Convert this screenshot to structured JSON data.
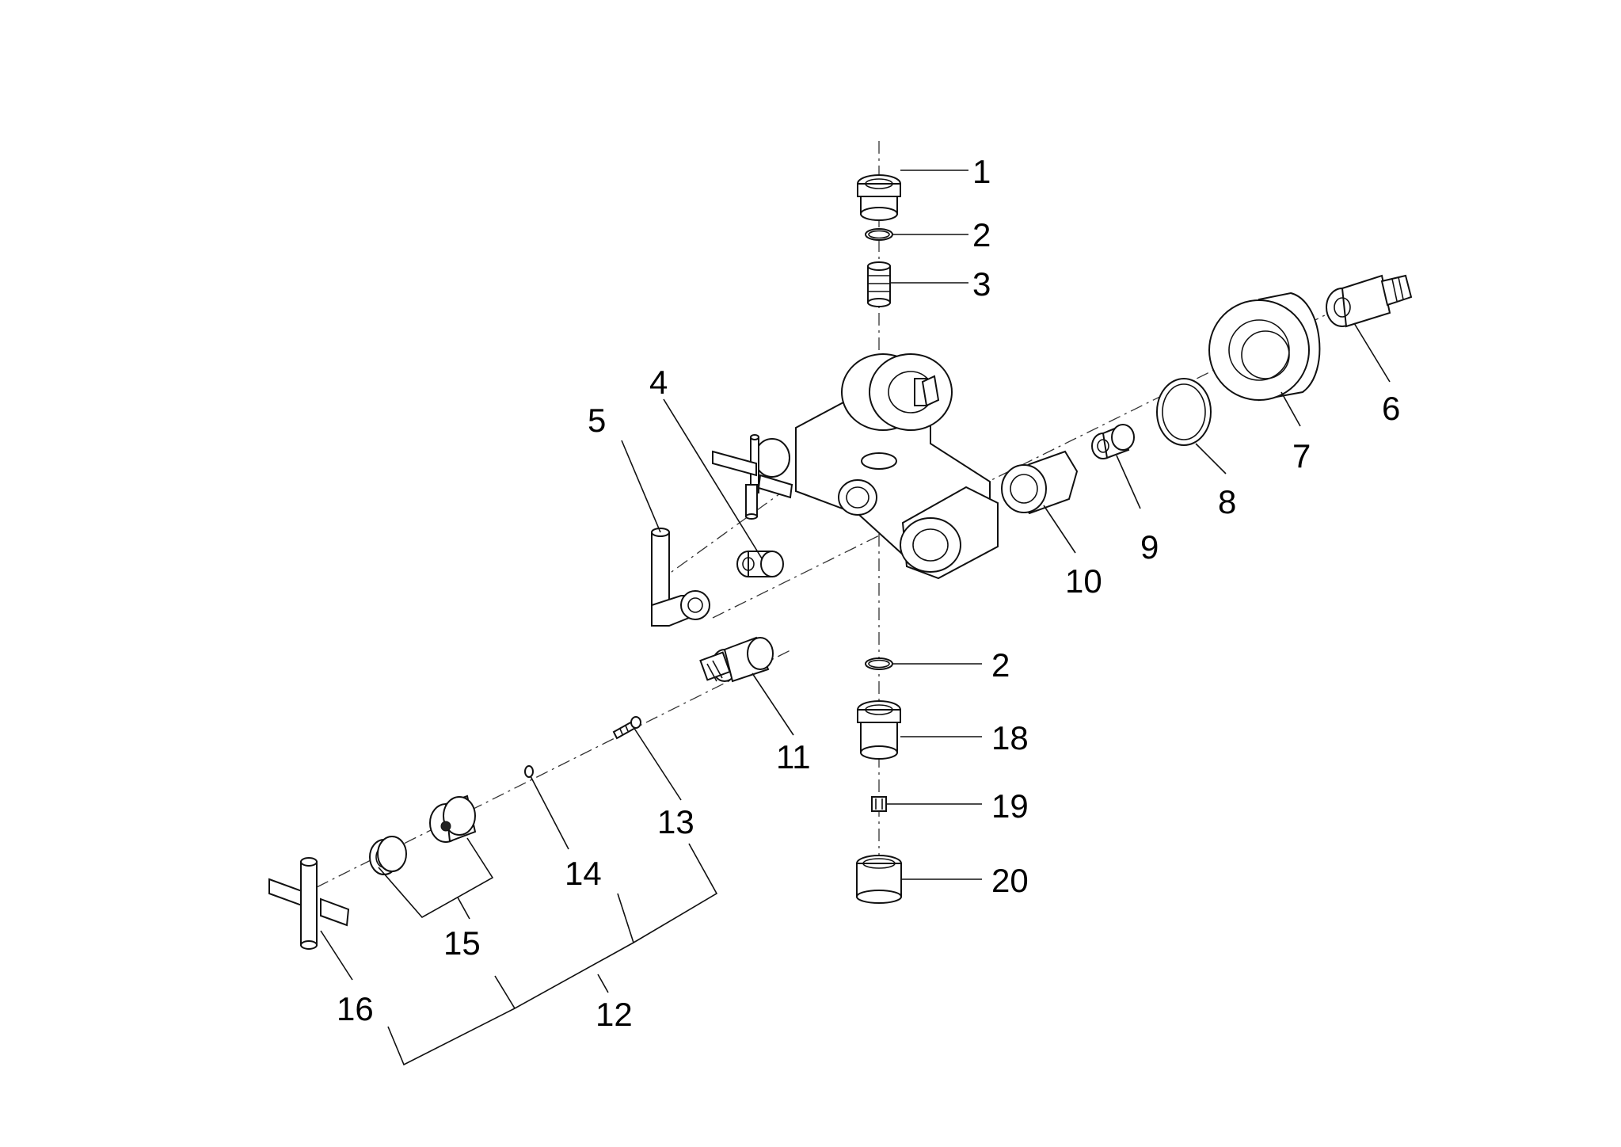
{
  "labels": {
    "p1": "1",
    "p2a": "2",
    "p3": "3",
    "p4": "4",
    "p5": "5",
    "p6": "6",
    "p7": "7",
    "p8": "8",
    "p9": "9",
    "p10": "10",
    "p11": "11",
    "p12": "12",
    "p13": "13",
    "p14": "14",
    "p15": "15",
    "p16": "16",
    "p2b": "2",
    "p18": "18",
    "p19": "19",
    "p20": "20"
  }
}
